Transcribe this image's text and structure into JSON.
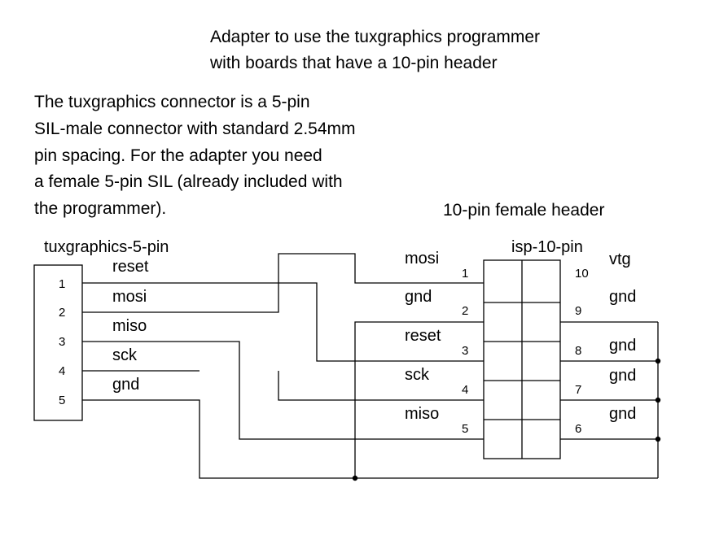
{
  "title": {
    "line1": "Adapter to use the tuxgraphics programmer",
    "line2": "with boards that have a 10-pin header"
  },
  "description": [
    "The tuxgraphics connector is a 5-pin",
    "SIL-male connector with standard 2.54mm",
    "pin spacing. For the adapter you need",
    "a female 5-pin SIL (already included with",
    "the programmer)."
  ],
  "header_title": "10-pin female header",
  "left_connector": {
    "name": "tuxgraphics-5-pin",
    "pin_numbers": [
      "1",
      "2",
      "3",
      "4",
      "5"
    ],
    "signals": [
      "reset",
      "mosi",
      "miso",
      "sck",
      "gnd"
    ]
  },
  "right_connector": {
    "name": "isp-10-pin",
    "left_signals": [
      "mosi",
      "gnd",
      "reset",
      "sck",
      "miso"
    ],
    "left_pin_numbers": [
      "1",
      "2",
      "3",
      "4",
      "5"
    ],
    "right_pin_numbers": [
      "10",
      "9",
      "8",
      "7",
      "6"
    ],
    "right_signals": [
      "vtg",
      "gnd",
      "gnd",
      "gnd",
      "gnd"
    ]
  }
}
